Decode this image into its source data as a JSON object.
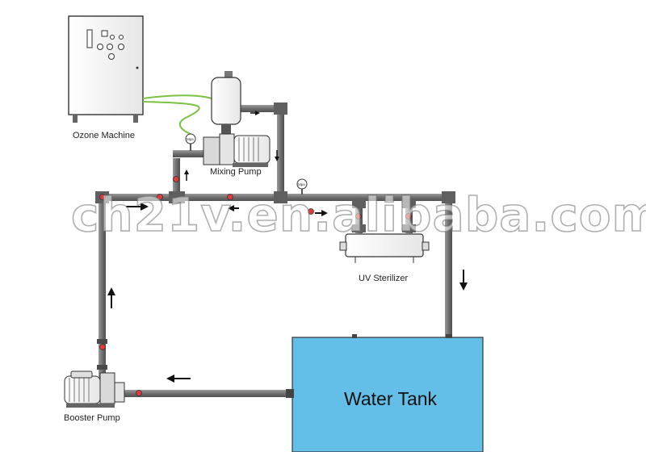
{
  "labels": {
    "ozone_machine": "Ozone Machine",
    "mixing_pump": "Mixing Pump",
    "uv_sterilizer": "UV Sterilizer",
    "booster_pump": "Booster Pump",
    "water_tank": "Water Tank",
    "gauge_unit": "Mpa"
  },
  "watermark": "ch21v.en.alibaba.com",
  "colors": {
    "pipe": "#6f6f6f",
    "pipe_highlight": "#9a9a9a",
    "ozone_tube": "#7cc242",
    "valve": "#e13a3a",
    "tank_fill": "#63bfe8",
    "equipment_fill": "#f2f2f2",
    "outline": "#333333"
  },
  "icons": {
    "flow_arrow": "arrow-icon",
    "valve": "valve-icon",
    "gauge": "pressure-gauge-icon"
  }
}
